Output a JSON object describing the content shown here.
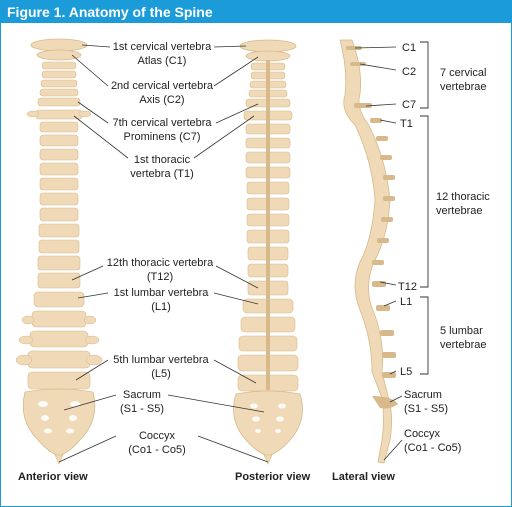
{
  "title": "Figure 1. Anatomy of the Spine",
  "colors": {
    "accent": "#1b9bd8",
    "bone": "#efd9b6",
    "bone_dark": "#d7b98c",
    "disc": "#f6ead6",
    "line": "#333333"
  },
  "labels": {
    "c1_a": "1st cervical vertebra",
    "c1_b": "Atlas (C1)",
    "c2_a": "2nd cervical vertebra",
    "c2_b": "Axis (C2)",
    "c7_a": "7th cervical vertebra",
    "c7_b": "Prominens (C7)",
    "t1_a": "1st thoracic",
    "t1_b": "vertebra (T1)",
    "t12_a": "12th thoracic vertebra",
    "t12_b": "(T12)",
    "l1_a": "1st lumbar vertebra",
    "l1_b": "(L1)",
    "l5_a": "5th lumbar vertebra",
    "l5_b": "(L5)",
    "sacrum_a": "Sacrum",
    "sacrum_b": "(S1 - S5)",
    "coccyx_a": "Coccyx",
    "coccyx_b": "(Co1 - Co5)"
  },
  "lateral": {
    "c1": "C1",
    "c2": "C2",
    "c7": "C7",
    "t1": "T1",
    "t12": "T12",
    "l1": "L1",
    "l5": "L5",
    "cervical_a": "7 cervical",
    "cervical_b": "vertebrae",
    "thoracic_a": "12 thoracic",
    "thoracic_b": "vertebrae",
    "lumbar_a": "5 lumbar",
    "lumbar_b": "vertebrae",
    "sacrum_a": "Sacrum",
    "sacrum_b": "(S1 - S5)",
    "coccyx_a": "Coccyx",
    "coccyx_b": "(Co1 - Co5)"
  },
  "views": {
    "anterior": "Anterior view",
    "posterior": "Posterior view",
    "lateral": "Lateral view"
  }
}
